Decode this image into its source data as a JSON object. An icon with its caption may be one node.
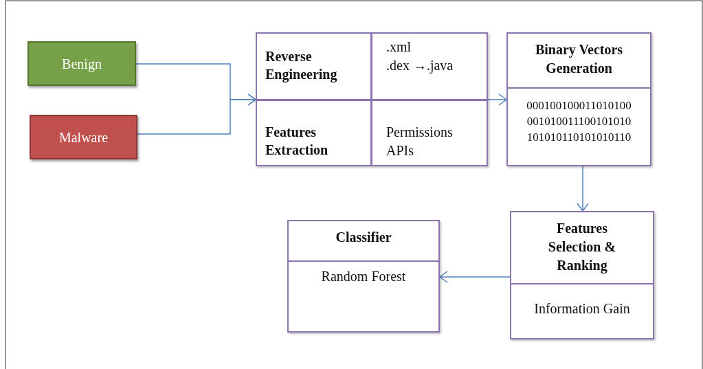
{
  "diagram": {
    "nodes": [
      {
        "text": [
          "Benign"
        ]
      },
      {
        "text": [
          "Malware"
        ]
      },
      {
        "text": [],
        "shape": "box"
      },
      {
        "text": [
          "Reverse Engineering"
        ],
        "in": 2
      },
      {
        "text": [
          ".xml",
          ".dex →.java"
        ],
        "in": 2
      },
      {
        "text": [
          "Features Extraction"
        ],
        "in": 2
      },
      {
        "text": [
          "Permissions",
          "APIs"
        ],
        "in": 2
      },
      {
        "text": [
          "Binary Vectors Generation",
          "000100100011010100",
          "001010011100101010",
          "101010110101010110"
        ]
      },
      {
        "text": [
          "Features Selection & Ranking",
          "Information Gain"
        ]
      },
      {
        "text": [
          "Classifier",
          "Random Forest"
        ]
      }
    ],
    "edges": [
      {
        "from": 0,
        "to": 2,
        "arrow": "to"
      },
      {
        "from": 1,
        "to": 2,
        "arrow": "to"
      },
      {
        "from": 2,
        "to": 7,
        "arrow": "to"
      },
      {
        "from": 7,
        "to": 8,
        "arrow": "to"
      },
      {
        "from": 8,
        "to": 9,
        "arrow": "to"
      }
    ]
  }
}
